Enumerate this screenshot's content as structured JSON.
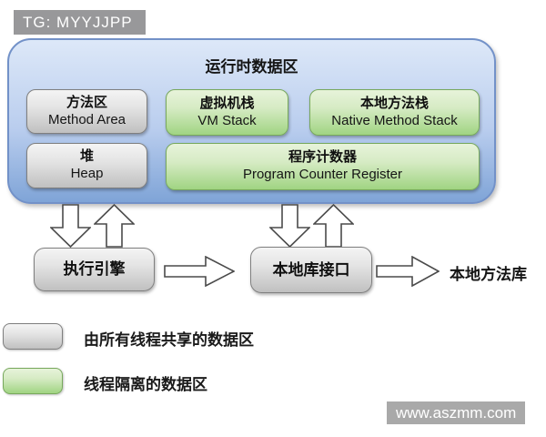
{
  "header": {
    "tag_label": "TG: MYYJJPP"
  },
  "diagram": {
    "runtime_area": {
      "title": "运行时数据区",
      "method_area": {
        "zh": "方法区",
        "en": "Method Area",
        "category": "shared"
      },
      "vm_stack": {
        "zh": "虚拟机栈",
        "en": "VM Stack",
        "category": "isolated"
      },
      "native_method_stack": {
        "zh": "本地方法栈",
        "en": "Native Method Stack",
        "category": "isolated"
      },
      "heap": {
        "zh": "堆",
        "en": "Heap",
        "category": "shared"
      },
      "pc_register": {
        "zh": "程序计数器",
        "en": "Program Counter Register",
        "category": "isolated"
      }
    },
    "execution_engine": {
      "zh": "执行引擎"
    },
    "native_interface": {
      "zh": "本地库接口"
    },
    "native_library_label": "本地方法库",
    "arrows": [
      "down-arrow-icon",
      "up-arrow-icon",
      "right-arrow-icon",
      "down-arrow-icon",
      "up-arrow-icon",
      "right-arrow-icon"
    ]
  },
  "legend": {
    "shared": "由所有线程共享的数据区",
    "isolated": "线程隔离的数据区"
  },
  "watermark": "www.aszmm.com",
  "colors": {
    "tag_bg": "#98989a",
    "container_top": "#dde8f8",
    "container_bottom": "#7fa4d7",
    "shared_top": "#e4e4e4",
    "shared_bottom": "#c0c0c0",
    "isolated_top": "#d6ebc4",
    "isolated_bottom": "#a0d482",
    "watermark_bg": "#a9a9a9"
  }
}
